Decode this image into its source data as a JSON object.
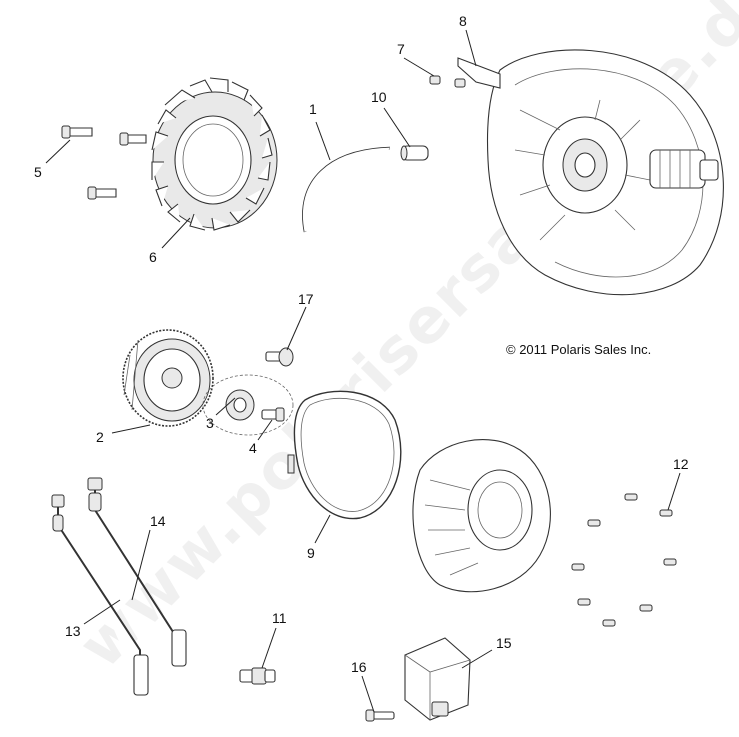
{
  "copyright": "© 2011 Polaris Sales Inc.",
  "watermark": "www.polarisersatzteile.de",
  "callouts": [
    "1",
    "2",
    "3",
    "4",
    "5",
    "6",
    "7",
    "8",
    "9",
    "10",
    "11",
    "12",
    "13",
    "14",
    "15",
    "16",
    "17"
  ]
}
